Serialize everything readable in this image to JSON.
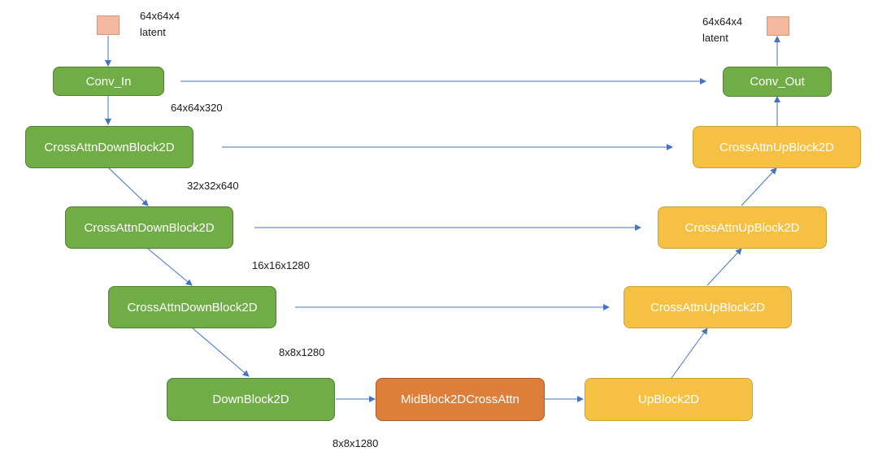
{
  "input": {
    "shape": "64x64x4",
    "name": "latent"
  },
  "output": {
    "shape": "64x64x4",
    "name": "latent"
  },
  "encoder": {
    "conv_in": "Conv_In",
    "conv_in_shape": "64x64x320",
    "down_blocks": [
      {
        "label": "CrossAttnDownBlock2D",
        "out_shape": "32x32x640"
      },
      {
        "label": "CrossAttnDownBlock2D",
        "out_shape": "16x16x1280"
      },
      {
        "label": "CrossAttnDownBlock2D",
        "out_shape": "8x8x1280"
      },
      {
        "label": "DownBlock2D",
        "out_shape": "8x8x1280"
      }
    ]
  },
  "mid_block": {
    "label": "MidBlock2DCrossAttn"
  },
  "decoder": {
    "up_blocks": [
      {
        "label": "UpBlock2D"
      },
      {
        "label": "CrossAttnUpBlock2D"
      },
      {
        "label": "CrossAttnUpBlock2D"
      },
      {
        "label": "CrossAttnUpBlock2D"
      }
    ],
    "conv_out": "Conv_Out"
  },
  "colors": {
    "encoder_block": "#70ad47",
    "decoder_block": "#f6c142",
    "mid_block": "#dd7e3b",
    "latent": "#f4b8a0",
    "arrow": "#4472c4"
  }
}
